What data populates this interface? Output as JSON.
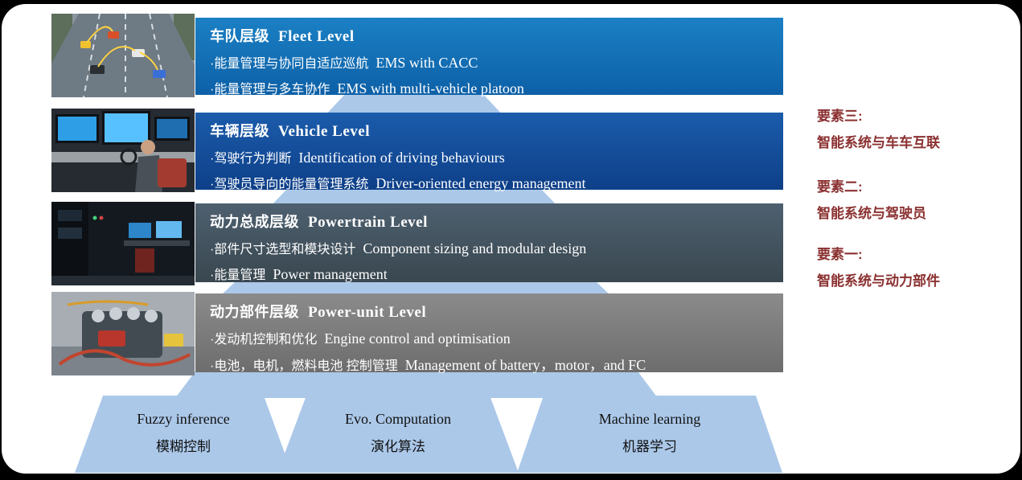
{
  "levels": [
    {
      "title_zh": "车队层级",
      "title_en": "Fleet Level",
      "bullets": [
        {
          "zh": "·能量管理与协同自适应巡航",
          "en": "EMS with CACC"
        },
        {
          "zh": "·能量管理与多车协作",
          "en": "EMS with multi-vehicle platoon"
        }
      ]
    },
    {
      "title_zh": "车辆层级",
      "title_en": "Vehicle Level",
      "bullets": [
        {
          "zh": "·驾驶行为判断",
          "en": "Identification of driving behaviours"
        },
        {
          "zh": "·驾驶员导向的能量管理系统",
          "en": "Driver-oriented energy management"
        }
      ]
    },
    {
      "title_zh": "动力总成层级",
      "title_en": "Powertrain Level",
      "bullets": [
        {
          "zh": "·部件尺寸选型和模块设计",
          "en": "Component sizing and modular design"
        },
        {
          "zh": "·能量管理",
          "en": "Power management"
        }
      ]
    },
    {
      "title_zh": "动力部件层级",
      "title_en": "Power-unit Level",
      "bullets": [
        {
          "zh": "·发动机控制和优化",
          "en": "Engine control and optimisation"
        },
        {
          "zh": "·电池，电机，燃料电池 控制管理",
          "en": "Management of battery，motor，and FC"
        }
      ]
    }
  ],
  "notes": [
    {
      "label": "要素三:",
      "desc": "智能系统与车车互联"
    },
    {
      "label": "要素二:",
      "desc": "智能系统与驾驶员"
    },
    {
      "label": "要素一:",
      "desc": "智能系统与动力部件"
    }
  ],
  "methods": [
    {
      "en": "Fuzzy inference",
      "zh": "模糊控制"
    },
    {
      "en": "Evo. Computation",
      "zh": "演化算法"
    },
    {
      "en": "Machine learning",
      "zh": "机器学习"
    }
  ],
  "photos": [
    {
      "name": "connected-vehicles-traffic"
    },
    {
      "name": "driving-simulator"
    },
    {
      "name": "powertrain-test-bench"
    },
    {
      "name": "engine-power-unit"
    }
  ],
  "colors": {
    "fleet_box": "#1173b9",
    "vehicle_box": "#15479c",
    "powertrain_box": "#45566b",
    "powerunit_box": "#7d7d7d",
    "pyramid_light_blue": "#abc8e9",
    "note_text": "#8b3030"
  }
}
